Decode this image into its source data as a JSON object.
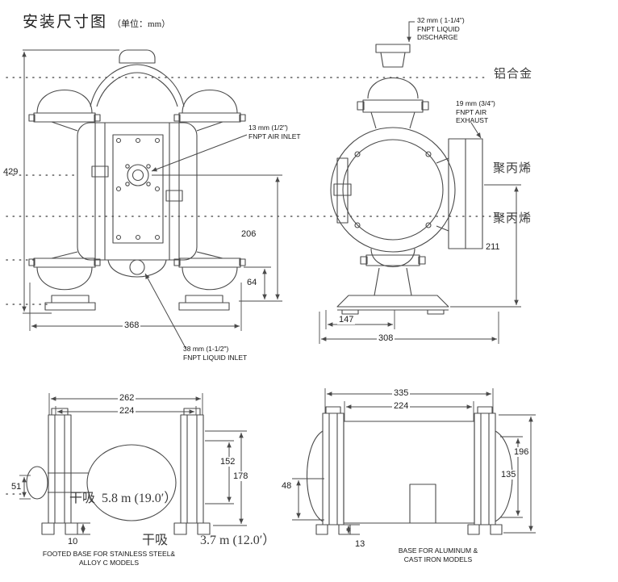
{
  "title": {
    "text": "安装尺寸图",
    "unit": "（单位：mm）"
  },
  "callouts": {
    "discharge": [
      "32 mm ( 1-1/4\")",
      "FNPT LIQUID",
      "DISCHARGE"
    ],
    "exhaust": [
      "19 mm (3/4\")",
      "FNPT AIR",
      "EXHAUST"
    ],
    "air_inlet": [
      "13 mm (1/2\")",
      "FNPT AIR INLET"
    ],
    "liquid_inlet": [
      "38 mm (1-1/2\")",
      "FNPT LIQUID INLET"
    ]
  },
  "materials": {
    "top": "铝合金",
    "mid": "聚丙烯",
    "low": "聚丙烯"
  },
  "dims": {
    "front_height": "429",
    "front_inlet_h": "206",
    "front_foot_h": "64",
    "front_width": "368",
    "side_base_w": "147",
    "side_width": "308",
    "side_height": "211",
    "b1_outer": "262",
    "b1_inner": "224",
    "b1_h1": "152",
    "b1_h2": "178",
    "b1_left": "51",
    "b1_foot": "10",
    "b2_outer": "335",
    "b2_inner": "224",
    "b2_h1": "196",
    "b2_h2": "135",
    "b2_left": "48",
    "b2_foot": "13"
  },
  "suction": {
    "s1_prefix": "干吸",
    "s1_value": "5.8 m (19.0′）",
    "s2_prefix": "干吸",
    "s2_value": "3.7 m (12.0′）"
  },
  "captions": {
    "footed": [
      "FOOTED BASE FOR STAINLESS STEEL&",
      "ALLOY C MODELS"
    ],
    "alum": [
      "BASE FOR ALUMINUM &",
      "CAST IRON MODELS"
    ]
  }
}
